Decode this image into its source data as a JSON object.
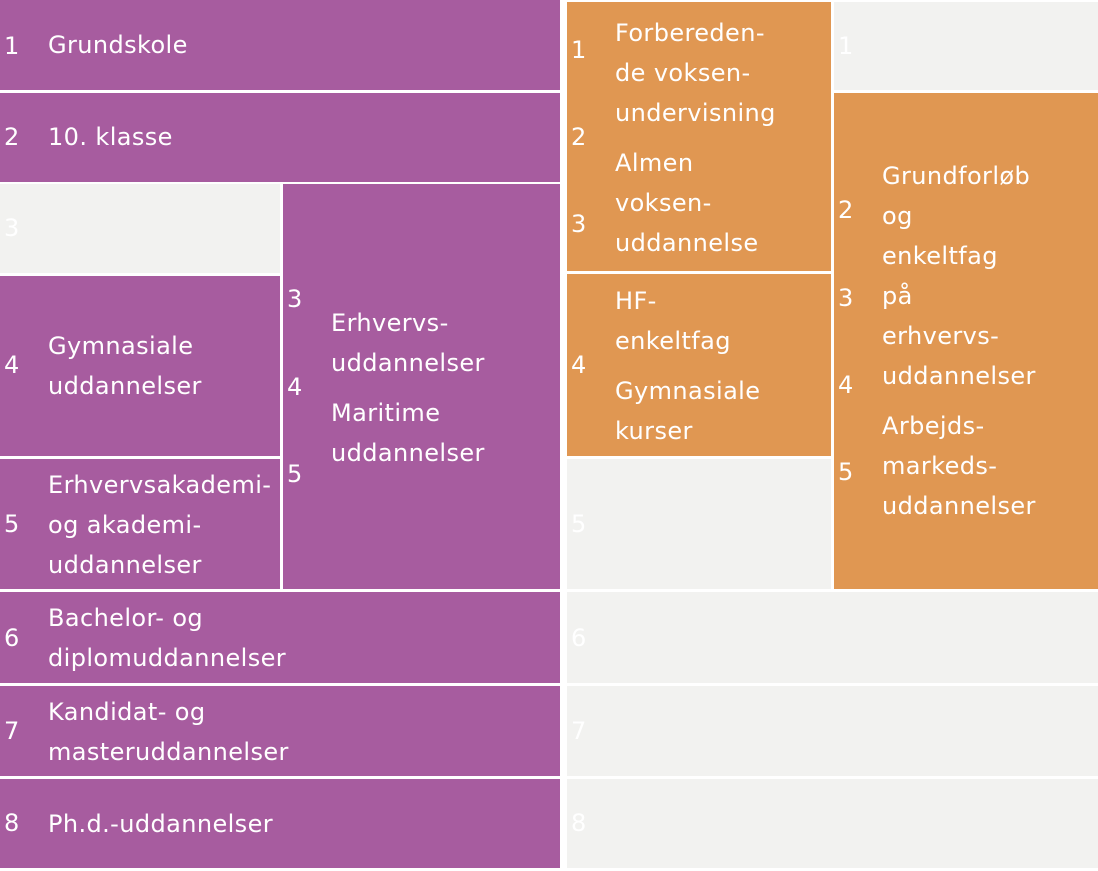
{
  "colors": {
    "formal": "#a75c9f",
    "adult": "#e09752",
    "empty": "#f2f2f0"
  },
  "formal": {
    "grundskole": {
      "level": "1",
      "label": "Grundskole"
    },
    "klasse10": {
      "level": "2",
      "label": "10. klasse"
    },
    "empty3": {
      "level": "3"
    },
    "gym": {
      "level": "4",
      "lines": [
        "Gymnasiale",
        "uddannelser"
      ]
    },
    "erhvervsakademi": {
      "level": "5",
      "lines": [
        "Erhvervsakademi-",
        "og akademi-",
        "uddannelser"
      ]
    },
    "vocational": {
      "levels": [
        "3",
        "4",
        "5"
      ],
      "lines": [
        "Erhvervs-",
        "uddannelser",
        "Maritime",
        "uddannelser"
      ]
    },
    "bachelor": {
      "level": "6",
      "lines": [
        "Bachelor- og",
        "diplomuddannelser"
      ]
    },
    "kandidat": {
      "level": "7",
      "lines": [
        "Kandidat- og",
        "masteruddannelser"
      ]
    },
    "phd": {
      "level": "8",
      "label": "Ph.d.-uddannelser"
    }
  },
  "adult": {
    "fvu": {
      "levels": [
        "1",
        "2",
        "3"
      ],
      "lines": [
        "Forbereden-",
        "de voksen-",
        "undervisning",
        "Almen",
        "voksen-",
        "uddannelse"
      ]
    },
    "hf": {
      "level": "4",
      "lines": [
        "HF-",
        "enkeltfag",
        "Gymnasiale",
        "kurser"
      ]
    },
    "empty_mid5": {
      "level": "5"
    },
    "empty_right1": {
      "level": "1"
    },
    "grund": {
      "levels": [
        "2",
        "3",
        "4",
        "5"
      ],
      "lines": [
        "Grundforløb",
        "og",
        "enkeltfag",
        "på",
        "erhvervs-",
        "uddannelser",
        "Arbejds-",
        "markeds-",
        "uddannelser"
      ]
    },
    "empty6": {
      "level": "6"
    },
    "empty7": {
      "level": "7"
    },
    "empty8": {
      "level": "8"
    }
  }
}
